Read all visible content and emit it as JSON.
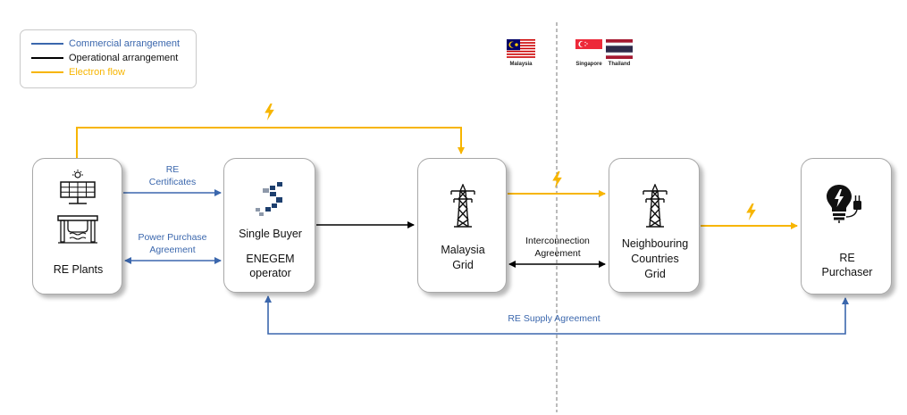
{
  "legend": {
    "commercial": "Commercial arrangement",
    "operational": "Operational arrangement",
    "electron": "Electron flow"
  },
  "colors": {
    "commercial": "#3b67ad",
    "operational": "#000000",
    "electron": "#f7b500"
  },
  "flags": {
    "malaysia": "Malaysia",
    "singapore": "Singapore",
    "thailand": "Thailand"
  },
  "nodes": {
    "re_plants": "RE Plants",
    "single_buyer": "Single Buyer",
    "enegem_line1": "ENEGEM",
    "enegem_line2": "operator",
    "malaysia_grid_line1": "Malaysia",
    "malaysia_grid_line2": "Grid",
    "neighbour_line1": "Neighbouring",
    "neighbour_line2": "Countries",
    "neighbour_line3": "Grid",
    "re_purchaser_line1": "RE",
    "re_purchaser_line2": "Purchaser"
  },
  "edges": {
    "re_cert_line1": "RE",
    "re_cert_line2": "Certificates",
    "ppa_line1": "Power Purchase",
    "ppa_line2": "Agreement",
    "interconnection_line1": "Interconnection",
    "interconnection_line2": "Agreement",
    "supply_agreement": "RE Supply Agreement"
  }
}
